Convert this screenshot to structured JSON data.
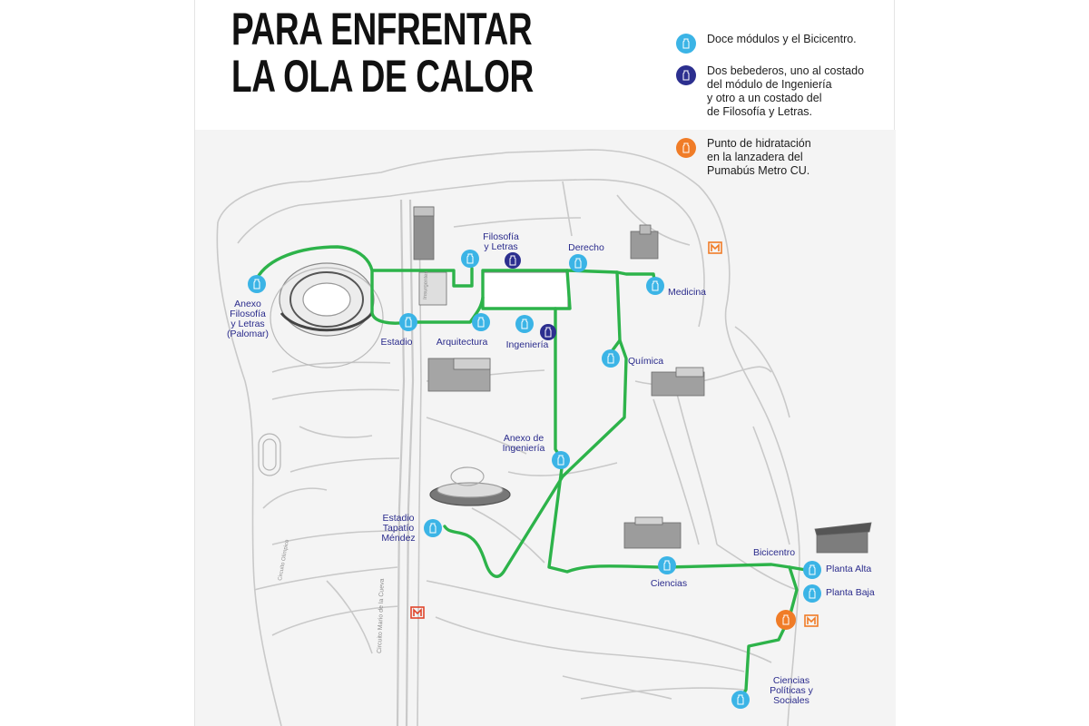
{
  "title": {
    "line1": "PARA ENFRENTAR",
    "line2": "LA OLA DE CALOR"
  },
  "colors": {
    "route": "#2db34a",
    "module_blue": "#3bb4e6",
    "fountain_navy": "#2c2f8f",
    "hydration_orange": "#f07c27",
    "label_text": "#2a2b8c"
  },
  "legend": {
    "modules": "Doce módulos y el Bicicentro.",
    "fountains": "Dos bebederos, uno al costado\ndel módulo de Ingeniería\ny otro a un costado del\nde Filosofía y Letras.",
    "hydration": "Punto de hidratación\nen la lanzadera del\nPumabús Metro CU."
  },
  "icons": {
    "module": "water-bottle-icon",
    "fountain": "water-fountain-icon",
    "hydration": "hydration-point-icon",
    "metro": "metro-logo-icon"
  },
  "places": {
    "anexo_filosofia": "Anexo\nFilosofía\ny Letras\n(Palomar)",
    "estadio": "Estadio",
    "arquitectura": "Arquitectura",
    "filosofia": "Filosofía\ny Letras",
    "derecho": "Derecho",
    "medicina": "Medicina",
    "ingenieria": "Ingeniería",
    "quimica": "Química",
    "anexo_ingenieria": "Anexo de\nIngeniería",
    "estadio_tapatio": "Estadio\nTapatío\nMéndez",
    "ciencias": "Ciencias",
    "bicicentro": "Bicicentro",
    "planta_alta": "Planta Alta",
    "planta_baja": "Planta Baja",
    "ciencias_politicas": "Ciencias\nPolíticas y\nSociales"
  }
}
